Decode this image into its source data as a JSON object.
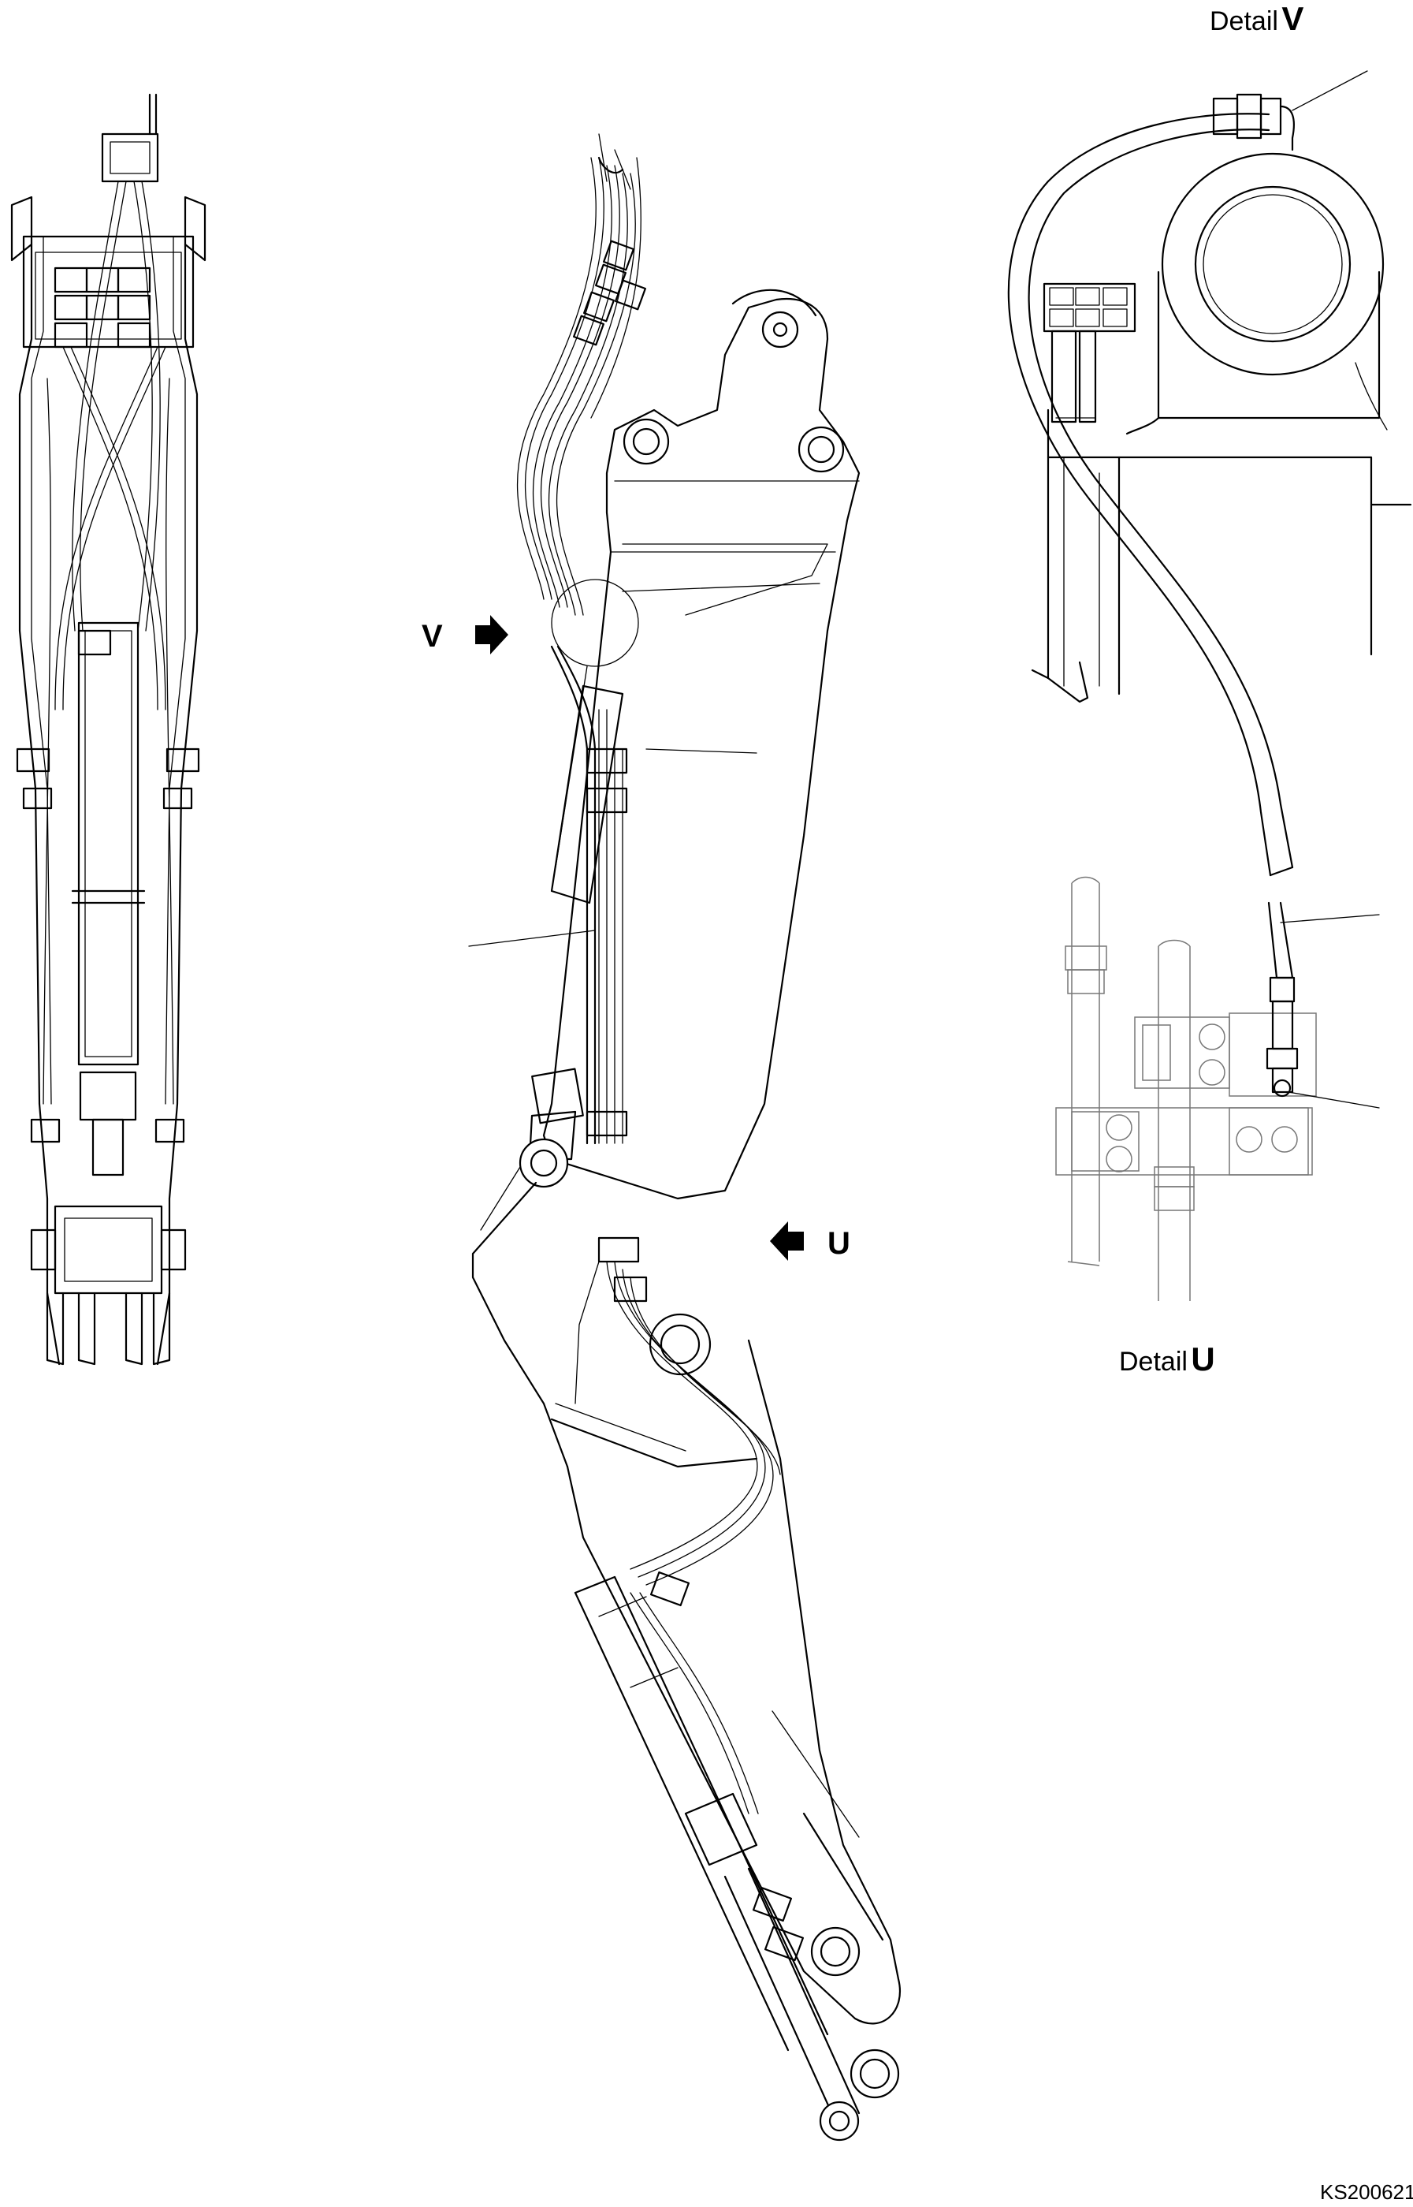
{
  "labels": {
    "detail_v_word": "Detail",
    "detail_v_letter": "V",
    "detail_u_word": "Detail",
    "detail_u_letter": "U",
    "view_v": "V",
    "view_u": "U",
    "drawing_code": "KS200621"
  }
}
